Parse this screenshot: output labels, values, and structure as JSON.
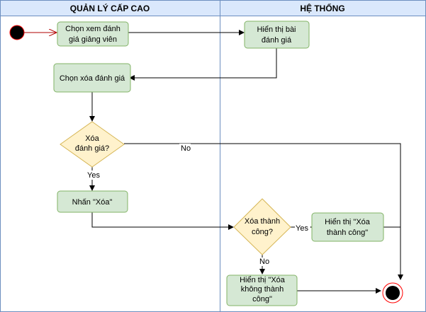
{
  "lanes": [
    {
      "title": "QUẢN LÝ CẤP CAO"
    },
    {
      "title": "HỆ THỐNG"
    }
  ],
  "nodes": {
    "view_eval": {
      "lines": [
        "Chọn xem đánh",
        "giá giảng viên"
      ]
    },
    "show_eval": {
      "lines": [
        "Hiển thị bài",
        "đánh giá"
      ]
    },
    "choose_delete": {
      "lines": [
        "Chọn xóa đánh giá"
      ]
    },
    "decision_delete": {
      "lines": [
        "Xóa",
        "đánh giá?"
      ]
    },
    "press_delete": {
      "lines": [
        "Nhấn \"Xóa\""
      ]
    },
    "decision_success": {
      "lines": [
        "Xóa thành",
        "công?"
      ]
    },
    "show_success": {
      "lines": [
        "Hiển thị \"Xóa",
        "thành công\""
      ]
    },
    "show_fail": {
      "lines": [
        "Hiển thị \"Xóa",
        "không thành",
        "công\""
      ]
    }
  },
  "edge_labels": {
    "no_delete": "No",
    "yes_delete": "Yes",
    "yes_success": "Yes",
    "no_success": "No"
  },
  "colors": {
    "action_fill": "#d5e8d4",
    "action_stroke": "#82b366",
    "decision_fill": "#fff2cc",
    "decision_stroke": "#d6b656",
    "lane_stroke": "#6c8ebf",
    "lane_header": "#dae8fc",
    "start_arrow": "#b20000"
  }
}
